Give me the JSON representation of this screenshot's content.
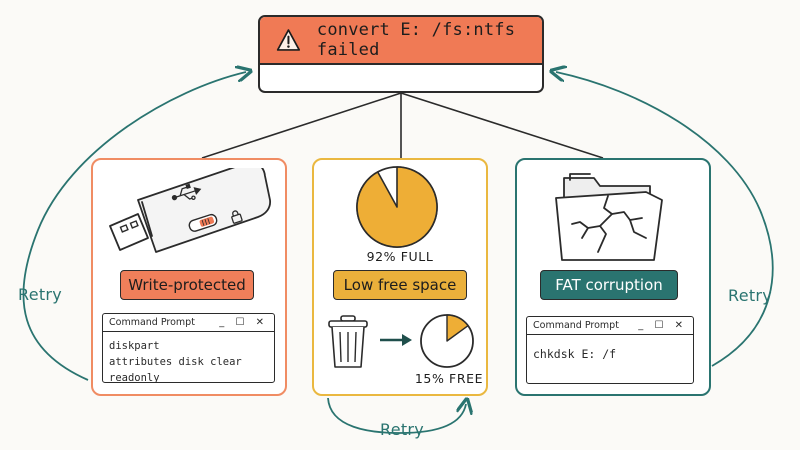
{
  "error": {
    "title": "convert E: /fs:ntfs failed",
    "icon": "warning-icon"
  },
  "causes": [
    {
      "id": "write-protected",
      "label": "Write-protected",
      "color": "#f07f5a",
      "icon": "usb-drive-icon",
      "cmd": {
        "title": "Command Prompt",
        "controls": "_ ☐ ✕",
        "lines": [
          "diskpart",
          "attributes disk clear readonly"
        ]
      }
    },
    {
      "id": "low-free-space",
      "label": "Low free space",
      "color": "#eab03b",
      "icon": "pie-chart-icon",
      "full_label": "92% FULL",
      "full_fraction": 0.92,
      "free_label": "15% FREE",
      "free_fraction": 0.15,
      "cleanup_icons": [
        "trash-can-icon",
        "arrow-right-icon"
      ]
    },
    {
      "id": "fat-corruption",
      "label": "FAT corruption",
      "color": "#2a7470",
      "icon": "cracked-folder-icon",
      "cmd": {
        "title": "Command Prompt",
        "controls": "_ ☐ ✕",
        "lines": [
          "chkdsk E: /f"
        ]
      }
    }
  ],
  "retry": {
    "left": "Retry",
    "right": "Retry",
    "bottom": "Retry"
  },
  "colors": {
    "accent": "#f07a55",
    "orange": "#f08c63",
    "yellow": "#eab840",
    "teal": "#2a7470",
    "ink": "#2b2b2b"
  }
}
